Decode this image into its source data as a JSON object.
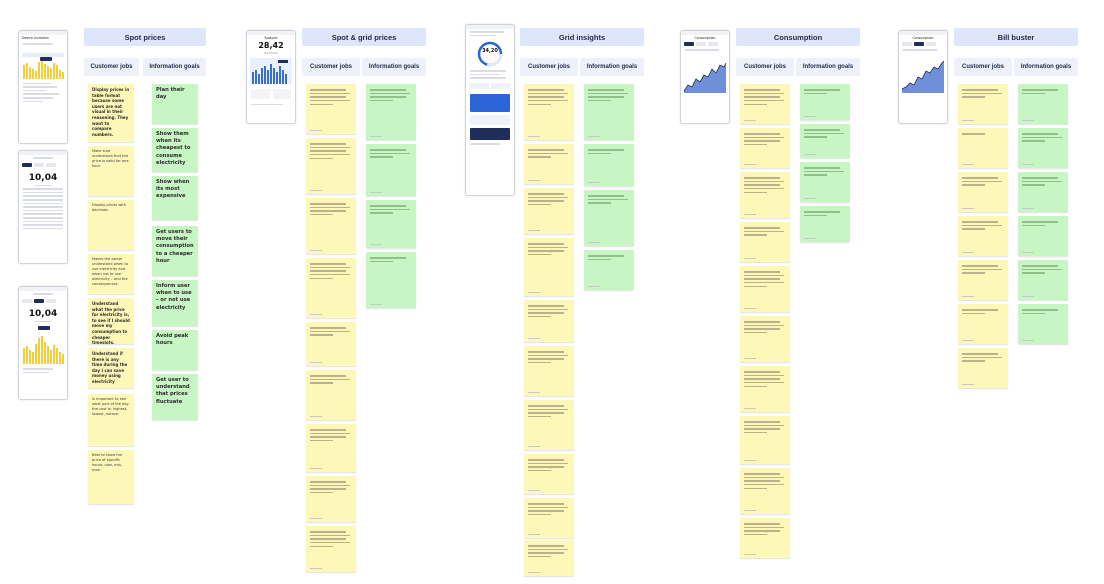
{
  "sections": [
    {
      "header": "Spot prices",
      "col_customer": "Customer jobs",
      "col_goals": "Information goals"
    },
    {
      "header": "Spot & grid prices",
      "col_customer": "Customer jobs",
      "col_goals": "Information goals"
    },
    {
      "header": "Grid insights",
      "col_customer": "Customer jobs",
      "col_goals": "Information goals"
    },
    {
      "header": "Consumption",
      "col_customer": "Customer jobs",
      "col_goals": "Information goals"
    },
    {
      "header": "Bill buster",
      "col_customer": "Customer jobs",
      "col_goals": "Information goals"
    }
  ],
  "spot_prices_goals": [
    "Plan their day",
    "Show them when its cheapest to consume electricity",
    "Show when its most expensive",
    "Get users to move their consumption to a cheaper hour",
    "Inform user when to use – or not use electricity",
    "Avoid peak hours",
    "Get user to understand that prices fluctuate"
  ],
  "spot_prices_jobs": [
    "Display prices in table format because some users are not visual in their reasoning. They want to compare numbers.",
    "Make sure understand that the price is valid for one hour",
    "Display prices with decimals",
    "Makes the owner understand when to use electricity and when not to use electricity – and the consequences",
    "Understand what the price for electricity is, to see if I should move my consumption to cheaper timeslots.",
    "Understand if there is any time during the day I can save money using electricity",
    "Is important to see what part of the day the cost is: highest, lowest, normal",
    "Best to show the price of specific hours: now, min, max"
  ],
  "phones": {
    "spot_title": "Device Invitation",
    "spot_price_big": "10,04",
    "grid_title": "Spotpris",
    "grid_price_big": "28,42",
    "insight_price": "34,20",
    "consumption_title": "Consumption"
  }
}
